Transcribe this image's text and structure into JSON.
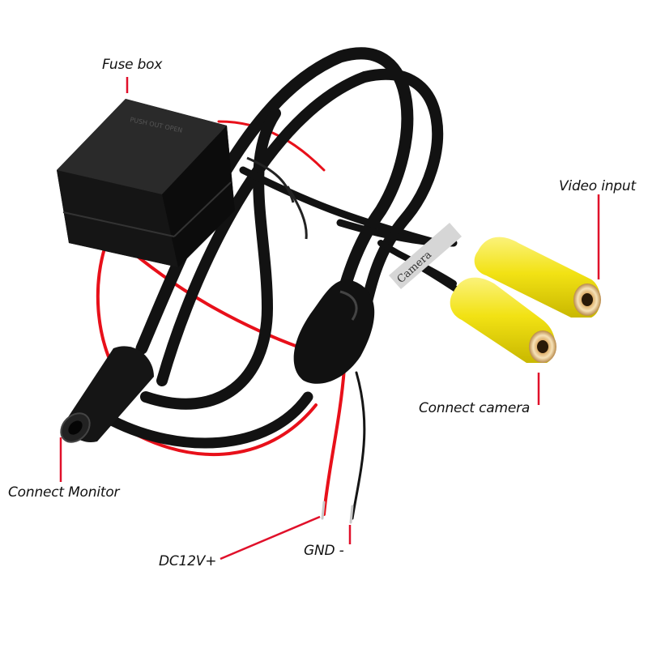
{
  "labels": {
    "fuse_box": "Fuse box",
    "video_input": "Video input",
    "connect_camera": "Connect camera",
    "connect_monitor": "Connect Monitor",
    "dc12v": "DC12V+",
    "gnd": "GND -"
  },
  "product_text": {
    "fuse_cover": "PUSH OUT OPEN",
    "cable_tag": "Camera"
  },
  "colors": {
    "callout_line": "#e0102a",
    "cable_black": "#121212",
    "wire_red": "#e8101a",
    "rca_yellow": "#f2e214"
  }
}
